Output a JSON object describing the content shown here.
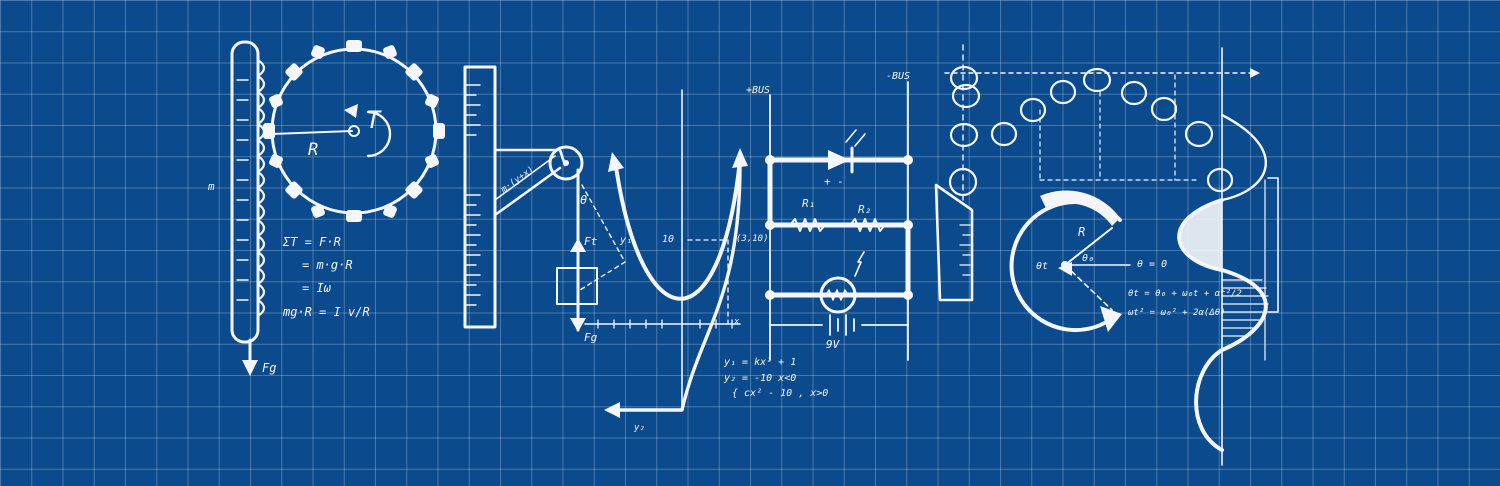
{
  "banner": {
    "torque_labels": {
      "radius": "R",
      "torque": "T",
      "mass_side": "m",
      "weight": "Fg"
    },
    "torque_equations": [
      "ΣT = F·R",
      "= m·g·R",
      "= Iω",
      "mg·R = I v/R"
    ],
    "pulley_labels": {
      "theta": "θ",
      "tension": "Ft",
      "weight": "Fg",
      "incline": "m·(y+x)"
    },
    "graph_labels": {
      "y_tick": "10",
      "point": "(3,10)",
      "curve": "y₁",
      "axis_x": "x",
      "axis_y": "y₂"
    },
    "graph_equations": [
      "y₁ = kx² + 1",
      "y₂ = -10 x<0",
      "{ cx² - 10 , x>0"
    ],
    "circuit_labels": {
      "bus_left": "+BUS",
      "bus_right": "-BUS",
      "r1": "R₁",
      "r2": "R₂",
      "battery": "9V",
      "polarity": "+ -"
    },
    "rotation_labels": {
      "radius": "R",
      "theta_t": "θt",
      "theta_0": "θ₀",
      "theta_zero": "θ = 0"
    },
    "rotation_equations": [
      "θt = θ₀ + ω₀t + αt²/2",
      "ωt² = ω₀² + 2α(Δθ)"
    ]
  }
}
